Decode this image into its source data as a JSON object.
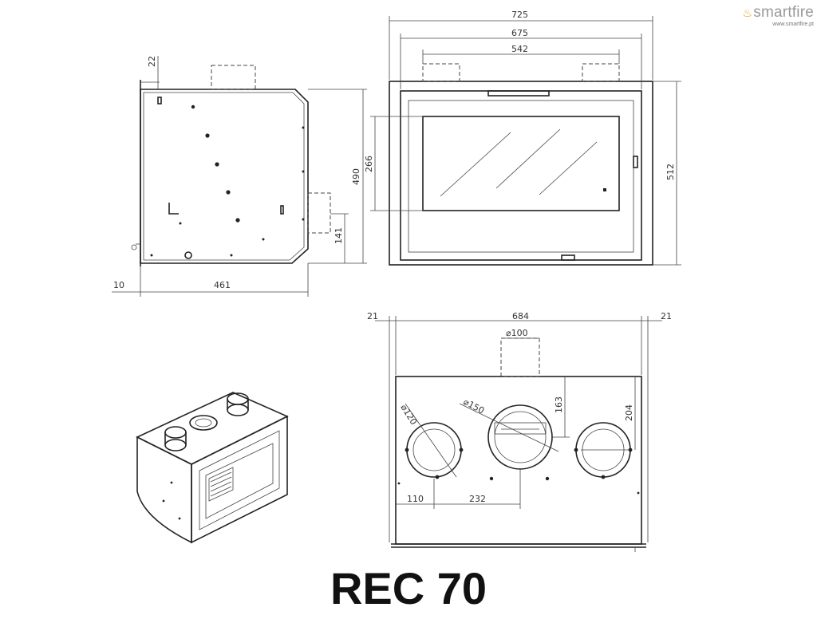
{
  "brand": {
    "name": "smartfire",
    "url": "www.smartfire.pt",
    "icon": "flame-icon",
    "accent": "#e0a020"
  },
  "model": "REC 70",
  "dimensions": {
    "side": {
      "top_offset": "22",
      "height": "490",
      "outlet_height": "141",
      "rear_offset": "10",
      "depth": "461"
    },
    "front": {
      "overall_width": "725",
      "frame_width": "675",
      "outlet_span": "542",
      "glass_height": "266",
      "overall_height": "512"
    },
    "top": {
      "left_margin": "21",
      "right_margin": "21",
      "width": "684",
      "outlet_dia_top": "⌀100",
      "outlet_dia_small": "⌀120",
      "outlet_dia_large": "⌀150",
      "large_offset": "163",
      "depth_offset": "204",
      "small_offset": "110",
      "spacing": "232"
    }
  }
}
